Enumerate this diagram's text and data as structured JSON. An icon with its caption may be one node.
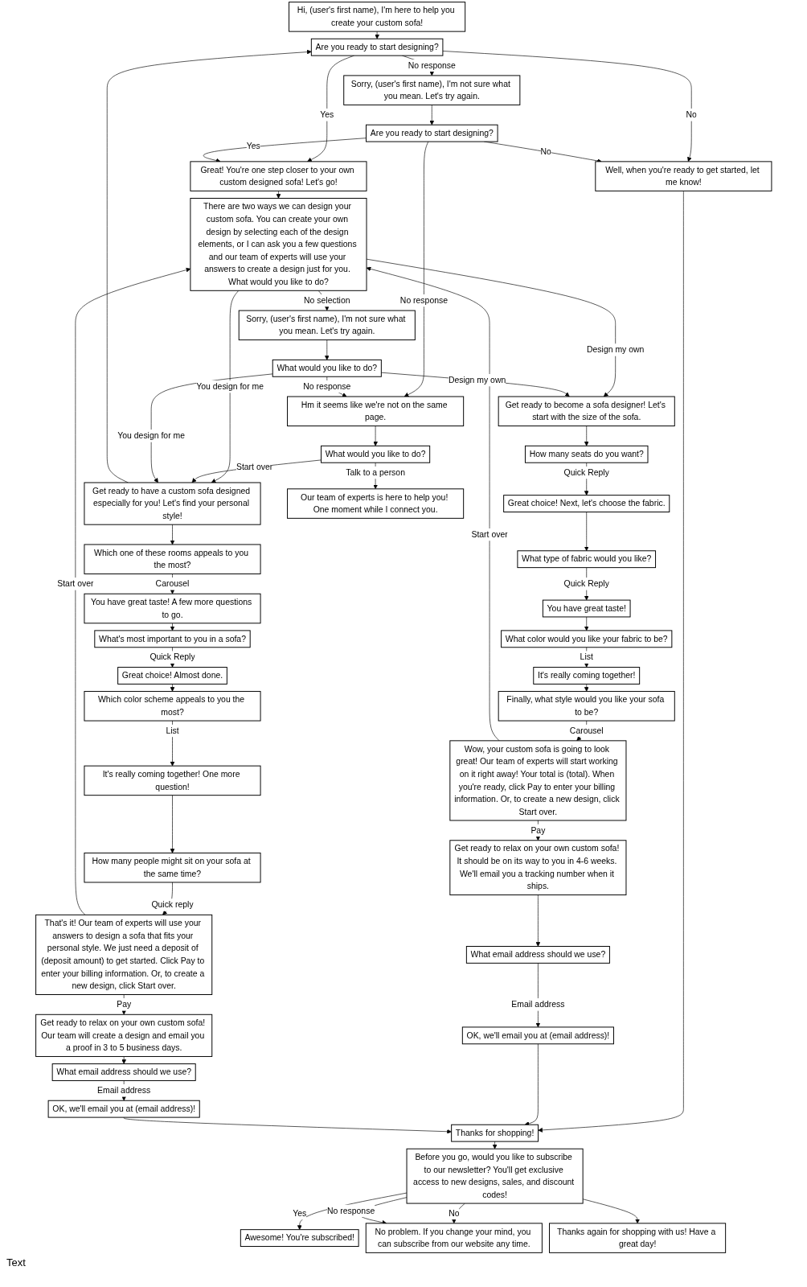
{
  "diagram": {
    "nodes": [
      {
        "text": [
          "Hi, (user's first name), I'm here to help you create your custom sofa!"
        ]
      },
      {
        "text": [
          "Are you ready to start designing?"
        ]
      },
      {
        "text": [
          "Well, when you're ready to get started, let me know!"
        ]
      },
      {
        "text": [
          "Sorry, (user's first name), I'm not sure what you mean. Let's try again."
        ]
      },
      {
        "text": [
          "Are you ready to start designing?"
        ]
      },
      {
        "text": [
          "Great! You're one step closer to your own custom designed sofa! Let's go!"
        ]
      },
      {
        "text": [
          "Get ready to become a sofa designer! Let's start with the size of the sofa."
        ]
      },
      {
        "text": [
          "There are two ways we can design your custom sofa. You can create your own design by selecting each of the design elements, or I can ask you a few questions and our team of experts will use your answers to create a design just for you. What would you like to do?"
        ]
      },
      {
        "text": [
          "Get ready to have a custom sofa designed especially for you! Let's find your personal style!"
        ]
      },
      {
        "text": [
          "How many seats do you want?"
        ]
      },
      {
        "text": [
          "Which one of these rooms appeals to you the most?"
        ]
      },
      {
        "text": [
          "Hm it seems like we're not on the same page."
        ]
      },
      {
        "text": [
          "Great choice! Next, let's choose the fabric."
        ]
      },
      {
        "text": [
          "Sorry, (user's first name), I'm not sure what you mean. Let's try again."
        ]
      },
      {
        "text": [
          "You have great taste! A few more questions to go."
        ]
      },
      {
        "text": [
          "What would you like to do?"
        ]
      },
      {
        "text": [
          "What type of fabric would you like?"
        ]
      },
      {
        "text": [
          "What would you like to do?"
        ]
      },
      {
        "text": [
          "What's most important to you in a sofa?"
        ]
      },
      {
        "text": [
          "Our team of experts is here to help you! One moment while I connect you."
        ]
      },
      {
        "text": [
          "You have great taste!"
        ]
      },
      {
        "text": [
          "Great choice! Almost done."
        ]
      },
      {
        "text": [
          "What color would you like your fabric to be?"
        ]
      },
      {
        "text": [
          "Which color scheme appeals to you the most?"
        ]
      },
      {
        "text": [
          "It's really coming together!"
        ]
      },
      {
        "text": [
          "It's really coming together! One more question!"
        ]
      },
      {
        "text": [
          "Finally, what style would you like your sofa to be?"
        ]
      },
      {
        "text": [
          "How many people might sit on your sofa at the same time?"
        ]
      },
      {
        "text": [
          "Wow, your custom sofa is going to look great! Our team of experts will start working on it right away! Your total is (total). When you're ready, click Pay to enter your billing information. Or, to create a new design, click Start over."
        ]
      },
      {
        "text": [
          "That's it! Our team of experts will use your answers to design a sofa that fits your personal style. We just need a deposit of (deposit amount) to get started. Click Pay to enter your billing information. Or, to create a new design, click Start over."
        ]
      },
      {
        "text": [
          "Get ready to relax on your own custom sofa! It should be on its way to you in 4-6 weeks. We'll email you a tracking number when it ships."
        ]
      },
      {
        "text": [
          "Get ready to relax on your own custom sofa! Our team will create a design and email you a proof in 3 to 5 business days."
        ]
      },
      {
        "text": [
          "What email address should we use?"
        ]
      },
      {
        "text": [
          "What email address should we use?"
        ]
      },
      {
        "text": [
          "OK, we'll email you at (email address)!"
        ]
      },
      {
        "text": [
          "Thanks for shopping!"
        ]
      },
      {
        "text": [
          "OK, we'll email you at (email address)!"
        ]
      },
      {
        "text": [
          "Before you go, would you like to subscribe to our newsletter? You'll get exclusive access to new designs, sales, and discount codes!"
        ]
      },
      {
        "text": [
          "Awesome! You're subscribed!"
        ]
      },
      {
        "text": [
          "No problem. If you change your mind, you can subscribe from our website any time."
        ]
      },
      {
        "text": [
          "Thanks again for shopping with us! Have a great day!"
        ]
      }
    ],
    "edges": [
      {
        "from": 0,
        "to": 1,
        "arrow": "to"
      },
      {
        "from": 1,
        "to": 2,
        "label": "No",
        "arrow": "to"
      },
      {
        "from": 1,
        "to": 3,
        "label": "No response",
        "arrow": "to"
      },
      {
        "from": 1,
        "to": 5,
        "label": "Yes",
        "arrow": "to"
      },
      {
        "from": 3,
        "to": 4,
        "arrow": "to"
      },
      {
        "from": 4,
        "to": 2,
        "label": "No",
        "arrow": "to"
      },
      {
        "from": 4,
        "to": 5,
        "label": "Yes",
        "arrow": "to"
      },
      {
        "from": 4,
        "to": 11,
        "label": "No response",
        "arrow": "to"
      },
      {
        "from": 2,
        "to": 35,
        "arrow": "to"
      },
      {
        "from": 5,
        "to": 7,
        "arrow": "to"
      },
      {
        "from": 7,
        "to": 6,
        "label": "Design my own",
        "arrow": "to"
      },
      {
        "from": 7,
        "to": 8,
        "label": "You design for me",
        "arrow": "to"
      },
      {
        "from": 7,
        "to": 13,
        "label": "No selection",
        "arrow": "to"
      },
      {
        "from": 8,
        "to": 1,
        "arrow": "to"
      },
      {
        "from": 8,
        "to": 10,
        "arrow": "to"
      },
      {
        "from": 6,
        "to": 9,
        "arrow": "to"
      },
      {
        "from": 10,
        "to": 14,
        "label": "Carousel",
        "arrow": "to"
      },
      {
        "from": 11,
        "to": 15,
        "arrow": "to"
      },
      {
        "from": 9,
        "to": 12,
        "label": "Quick Reply",
        "arrow": "to"
      },
      {
        "from": 13,
        "to": 17,
        "arrow": "to"
      },
      {
        "from": 14,
        "to": 18,
        "arrow": "to"
      },
      {
        "from": 15,
        "to": 8,
        "label": "Start over",
        "arrow": "to"
      },
      {
        "from": 15,
        "to": 19,
        "label": "Talk to a person",
        "arrow": "to"
      },
      {
        "from": 12,
        "to": 16,
        "arrow": "to"
      },
      {
        "from": 17,
        "to": 8,
        "label": "You design for me",
        "arrow": "to"
      },
      {
        "from": 17,
        "to": 6,
        "label": "Design my own",
        "arrow": "to"
      },
      {
        "from": 17,
        "to": 11,
        "label": "No response",
        "arrow": "to"
      },
      {
        "from": 16,
        "to": 20,
        "label": "Quick Reply",
        "arrow": "to"
      },
      {
        "from": 18,
        "to": 21,
        "label": "Quick Reply",
        "arrow": "to"
      },
      {
        "from": 20,
        "to": 22,
        "arrow": "to"
      },
      {
        "from": 21,
        "to": 23,
        "arrow": "to"
      },
      {
        "from": 22,
        "to": 24,
        "label": "List",
        "arrow": "to"
      },
      {
        "from": 23,
        "to": 25,
        "label": "List",
        "arrow": "to"
      },
      {
        "from": 24,
        "to": 26,
        "arrow": "to"
      },
      {
        "from": 25,
        "to": 27,
        "arrow": "to"
      },
      {
        "from": 26,
        "to": 28,
        "label": "Carousel",
        "arrow": "to"
      },
      {
        "from": 27,
        "to": 29,
        "label": "Quick reply",
        "arrow": "to"
      },
      {
        "from": 28,
        "to": 7,
        "label": "Start over",
        "arrow": "to"
      },
      {
        "from": 29,
        "to": 7,
        "label": "Start over",
        "arrow": "to"
      },
      {
        "from": 28,
        "to": 30,
        "label": "Pay",
        "arrow": "to"
      },
      {
        "from": 29,
        "to": 31,
        "label": "Pay",
        "arrow": "to"
      },
      {
        "from": 30,
        "to": 32,
        "arrow": "to"
      },
      {
        "from": 31,
        "to": 33,
        "arrow": "to"
      },
      {
        "from": 32,
        "to": 34,
        "label": "Email address",
        "arrow": "to"
      },
      {
        "from": 33,
        "to": 36,
        "label": "Email address",
        "arrow": "to"
      },
      {
        "from": 34,
        "to": 35,
        "arrow": "to"
      },
      {
        "from": 36,
        "to": 35,
        "arrow": "to"
      },
      {
        "from": 35,
        "to": 37,
        "arrow": "to"
      },
      {
        "from": 37,
        "to": 38,
        "label": "Yes",
        "arrow": "to"
      },
      {
        "from": 37,
        "to": 39,
        "label": "No",
        "arrow": "to"
      },
      {
        "from": 37,
        "to": 39,
        "label": "No response",
        "arrow": "to"
      },
      {
        "from": 37,
        "to": 40,
        "arrow": "to"
      }
    ],
    "labels": [
      "Text"
    ]
  }
}
